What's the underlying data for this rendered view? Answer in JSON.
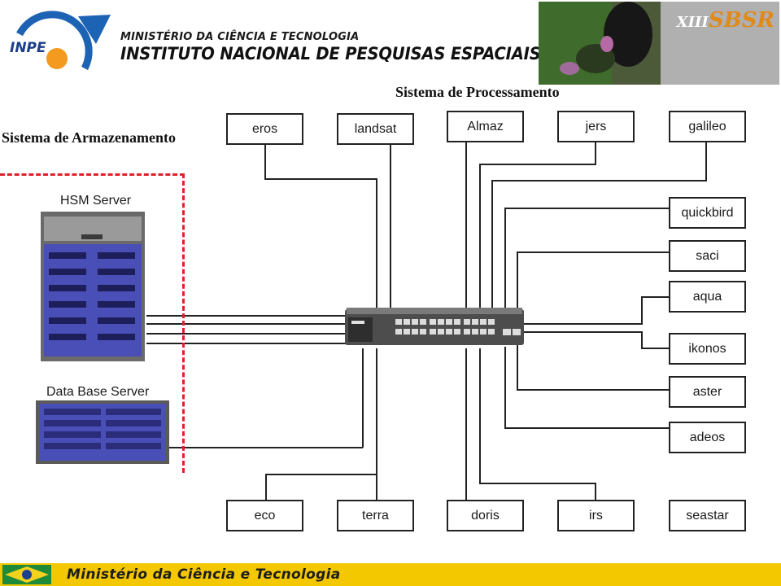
{
  "header": {
    "ministry": "MINISTÉRIO DA CIÊNCIA E TECNOLOGIA",
    "institute": "INSTITUTO NACIONAL DE PESQUISAS ESPACIAIS",
    "inpe_logo_text": "INPE",
    "event_logo_roman": "XIII",
    "event_logo_acronym": "SBSR"
  },
  "titles": {
    "processing": "Sistema de Processamento",
    "storage": "Sistema de Armazenamento"
  },
  "storage": {
    "hsm_label": "HSM Server",
    "db_label": "Data Base Server"
  },
  "nodes": {
    "top": [
      "eros",
      "landsat",
      "Almaz",
      "jers",
      "galileo"
    ],
    "right": [
      "quickbird",
      "saci",
      "aqua",
      "ikonos",
      "aster",
      "adeos"
    ],
    "bottom": [
      "eco",
      "terra",
      "doris",
      "irs",
      "seastar"
    ]
  },
  "footer": {
    "text": "Ministério da Ciência e Tecnologia"
  },
  "colors": {
    "dashed_border": "#e0202a",
    "footer_bg": "#f4c800",
    "server_blue": "#4a4fb8"
  }
}
